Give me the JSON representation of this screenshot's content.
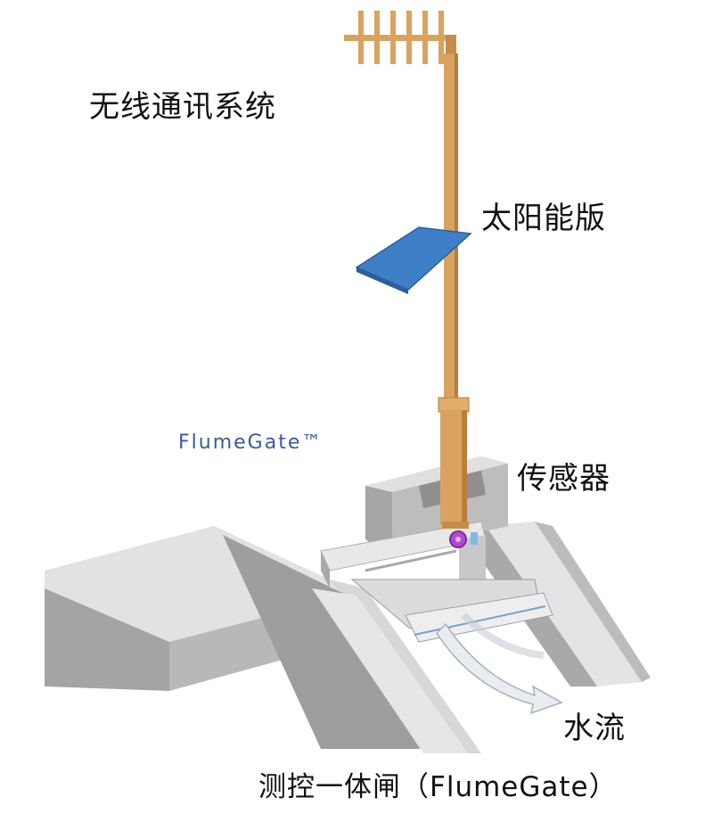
{
  "labels": {
    "wireless": "无线通讯系统",
    "solar": "太阳能版",
    "brand": "FlumeGate™",
    "sensor": "传感器",
    "water_flow": "水流",
    "caption": "测控一体闸（FlumeGate）"
  },
  "colors": {
    "pole": "#d9a35f",
    "pole_shadow": "#b97e3c",
    "solar_panel": "#3f7fc8",
    "concrete_top": "#e4e4e4",
    "concrete_front": "#a9a9a9",
    "concrete_side": "#c4c4c4",
    "sensor": "#b04ad0",
    "brand_text": "#3a5a9a"
  }
}
